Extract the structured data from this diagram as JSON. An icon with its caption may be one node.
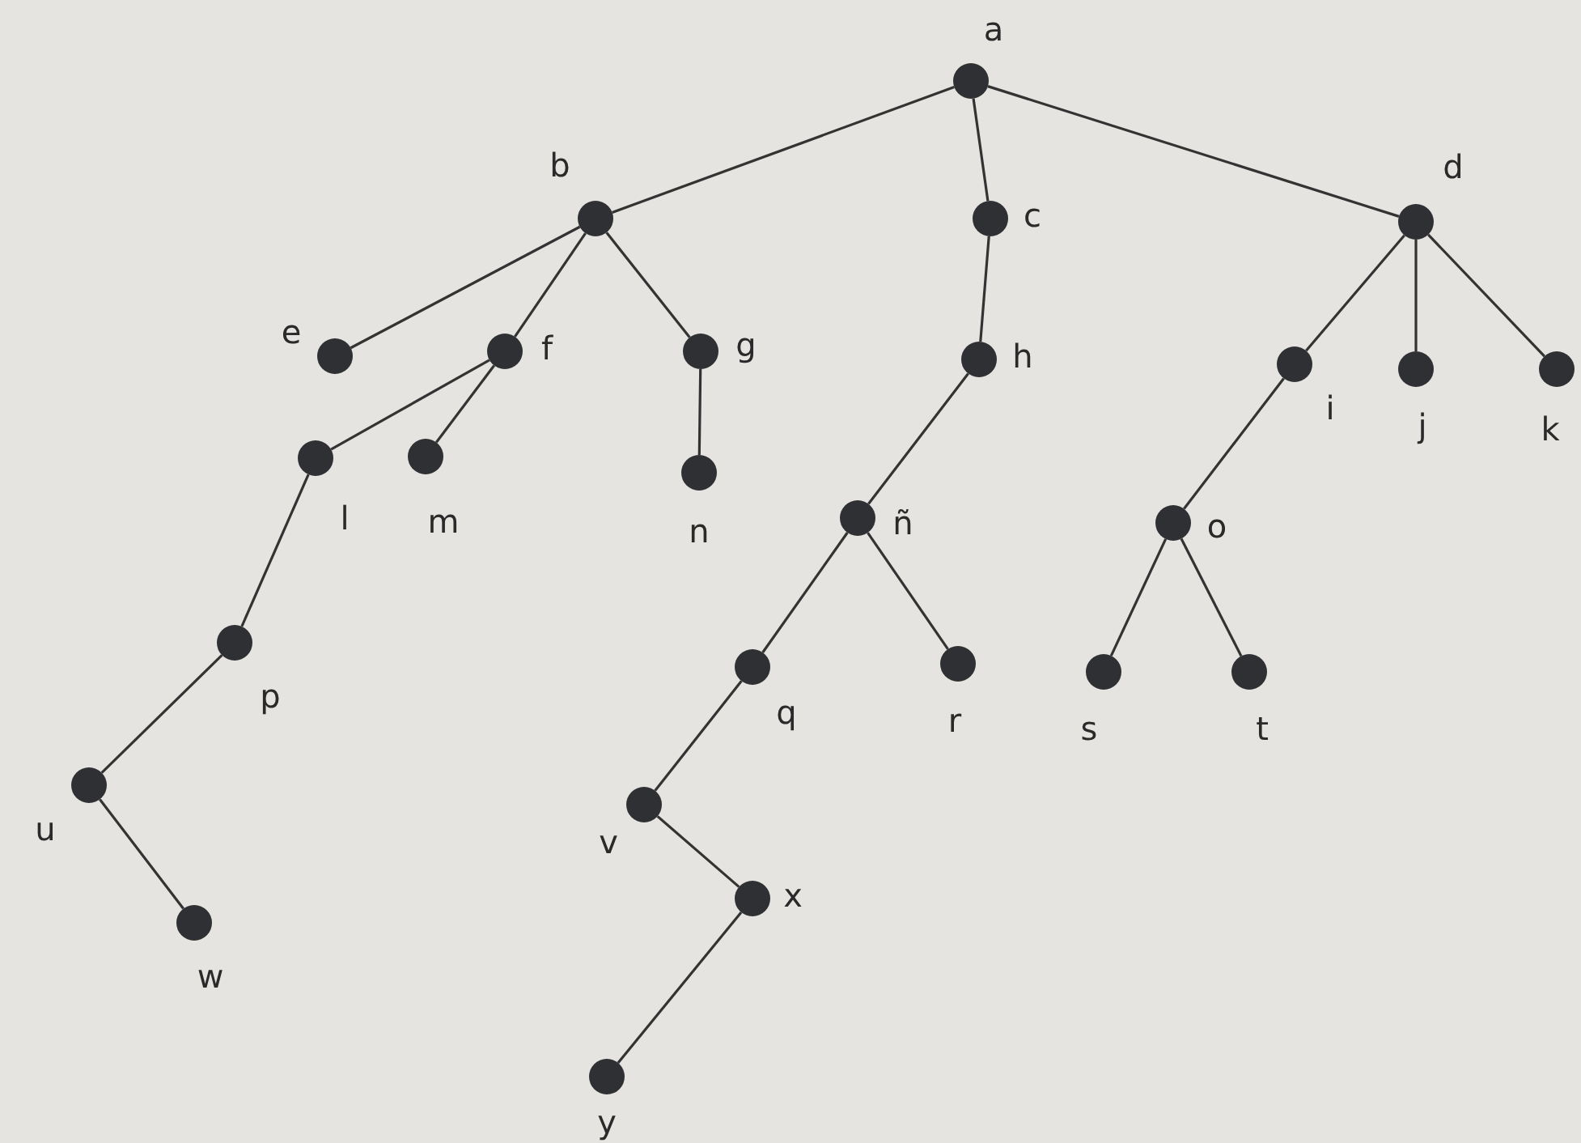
{
  "diagram": {
    "nodes": [
      {
        "text": [],
        "shape": "circle",
        "beside": [
          "a"
        ]
      },
      {
        "text": [],
        "shape": "circle",
        "beside": [
          "b"
        ]
      },
      {
        "text": [],
        "shape": "circle",
        "beside": [
          "c"
        ]
      },
      {
        "text": [],
        "shape": "circle",
        "beside": [
          "d"
        ]
      },
      {
        "text": [],
        "shape": "circle",
        "beside": [
          "e"
        ]
      },
      {
        "text": [],
        "shape": "circle",
        "beside": [
          "f"
        ]
      },
      {
        "text": [],
        "shape": "circle",
        "beside": [
          "g"
        ]
      },
      {
        "text": [],
        "shape": "circle",
        "beside": [
          "h"
        ]
      },
      {
        "text": [],
        "shape": "circle",
        "beside": [
          "i"
        ]
      },
      {
        "text": [],
        "shape": "circle",
        "beside": [
          "j"
        ]
      },
      {
        "text": [],
        "shape": "circle",
        "beside": [
          "k"
        ]
      },
      {
        "text": [],
        "shape": "circle",
        "beside": [
          "l"
        ]
      },
      {
        "text": [],
        "shape": "circle",
        "beside": [
          "m"
        ]
      },
      {
        "text": [],
        "shape": "circle",
        "beside": [
          "n"
        ]
      },
      {
        "text": [],
        "shape": "circle",
        "beside": [
          "ñ"
        ]
      },
      {
        "text": [],
        "shape": "circle",
        "beside": [
          "o"
        ]
      },
      {
        "text": [],
        "shape": "circle",
        "beside": [
          "p"
        ]
      },
      {
        "text": [],
        "shape": "circle",
        "beside": [
          "q"
        ]
      },
      {
        "text": [],
        "shape": "circle",
        "beside": [
          "r"
        ]
      },
      {
        "text": [],
        "shape": "circle",
        "beside": [
          "s"
        ]
      },
      {
        "text": [],
        "shape": "circle",
        "beside": [
          "t"
        ]
      },
      {
        "text": [],
        "shape": "circle",
        "beside": [
          "u"
        ]
      },
      {
        "text": [],
        "shape": "circle",
        "beside": [
          "v"
        ]
      },
      {
        "text": [],
        "shape": "circle",
        "beside": [
          "w"
        ]
      },
      {
        "text": [],
        "shape": "circle",
        "beside": [
          "x"
        ]
      },
      {
        "text": [],
        "shape": "circle",
        "beside": [
          "y"
        ]
      }
    ],
    "edges": [
      {
        "from": 0,
        "to": 1,
        "arrow": "none"
      },
      {
        "from": 0,
        "to": 2,
        "arrow": "none"
      },
      {
        "from": 0,
        "to": 3,
        "arrow": "none"
      },
      {
        "from": 1,
        "to": 4,
        "arrow": "none"
      },
      {
        "from": 1,
        "to": 5,
        "arrow": "none"
      },
      {
        "from": 1,
        "to": 6,
        "arrow": "none"
      },
      {
        "from": 2,
        "to": 7,
        "arrow": "none"
      },
      {
        "from": 3,
        "to": 8,
        "arrow": "none"
      },
      {
        "from": 3,
        "to": 9,
        "arrow": "none"
      },
      {
        "from": 3,
        "to": 10,
        "arrow": "none"
      },
      {
        "from": 5,
        "to": 11,
        "arrow": "none"
      },
      {
        "from": 5,
        "to": 12,
        "arrow": "none"
      },
      {
        "from": 6,
        "to": 13,
        "arrow": "none"
      },
      {
        "from": 7,
        "to": 14,
        "arrow": "none"
      },
      {
        "from": 8,
        "to": 15,
        "arrow": "none"
      },
      {
        "from": 11,
        "to": 16,
        "arrow": "none"
      },
      {
        "from": 14,
        "to": 17,
        "arrow": "none"
      },
      {
        "from": 14,
        "to": 18,
        "arrow": "none"
      },
      {
        "from": 15,
        "to": 19,
        "arrow": "none"
      },
      {
        "from": 15,
        "to": 20,
        "arrow": "none"
      },
      {
        "from": 16,
        "to": 21,
        "arrow": "none"
      },
      {
        "from": 17,
        "to": 22,
        "arrow": "none"
      },
      {
        "from": 21,
        "to": 23,
        "arrow": "none"
      },
      {
        "from": 22,
        "to": 24,
        "arrow": "none"
      },
      {
        "from": 24,
        "to": 25,
        "arrow": "none"
      }
    ]
  }
}
